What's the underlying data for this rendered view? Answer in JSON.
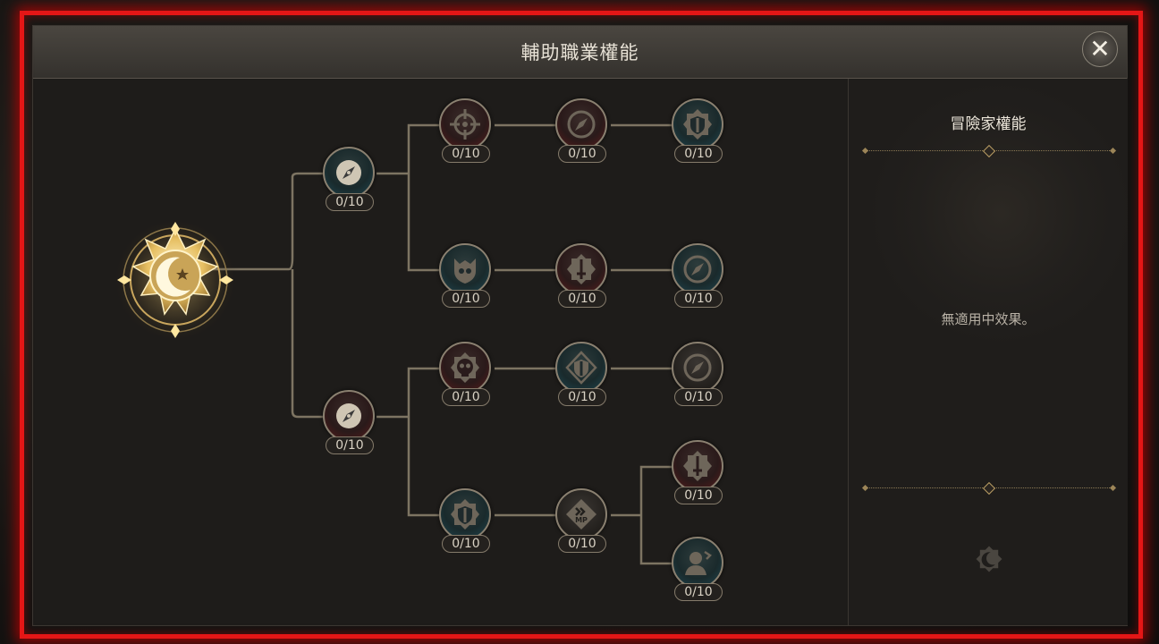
{
  "window": {
    "title": "輔助職業權能",
    "close_icon": "close-x-icon"
  },
  "side_panel": {
    "title": "冒險家權能",
    "empty_message": "無適用中效果。",
    "emblem_icon": "sun-moon-emblem-icon"
  },
  "main_skill": {
    "icon": "crescent-star-emblem-icon"
  },
  "nodes": [
    {
      "id": "branch-a",
      "count": "0/10",
      "icon": "compass-icon",
      "tint": "teal"
    },
    {
      "id": "branch-b",
      "count": "0/10",
      "icon": "compass-icon",
      "tint": "red"
    },
    {
      "id": "a1-1",
      "count": "0/10",
      "icon": "crosshair-icon",
      "tint": "red"
    },
    {
      "id": "a1-2",
      "count": "0/10",
      "icon": "compass-icon",
      "tint": "red"
    },
    {
      "id": "a1-3",
      "count": "0/10",
      "icon": "shield-icon",
      "tint": "teal"
    },
    {
      "id": "a2-1",
      "count": "0/10",
      "icon": "horned-skull-shield-icon",
      "tint": "teal"
    },
    {
      "id": "a2-2",
      "count": "0/10",
      "icon": "sword-icon",
      "tint": "red"
    },
    {
      "id": "a2-3",
      "count": "0/10",
      "icon": "compass-icon",
      "tint": "teal"
    },
    {
      "id": "b1-1",
      "count": "0/10",
      "icon": "skull-icon",
      "tint": "red"
    },
    {
      "id": "b1-2",
      "count": "0/10",
      "icon": "shield-icon",
      "tint": "teal"
    },
    {
      "id": "b1-3",
      "count": "0/10",
      "icon": "compass-icon",
      "tint": "gray"
    },
    {
      "id": "b2-1",
      "count": "0/10",
      "icon": "shield-icon",
      "tint": "teal"
    },
    {
      "id": "b2-2",
      "count": "0/10",
      "icon": "mp-boost-icon",
      "tint": "gray",
      "label": "MP"
    },
    {
      "id": "b2-3",
      "count": "0/10",
      "icon": "sword-icon",
      "tint": "red"
    },
    {
      "id": "b2-4",
      "count": "0/10",
      "icon": "user-icon",
      "tint": "teal"
    }
  ]
}
